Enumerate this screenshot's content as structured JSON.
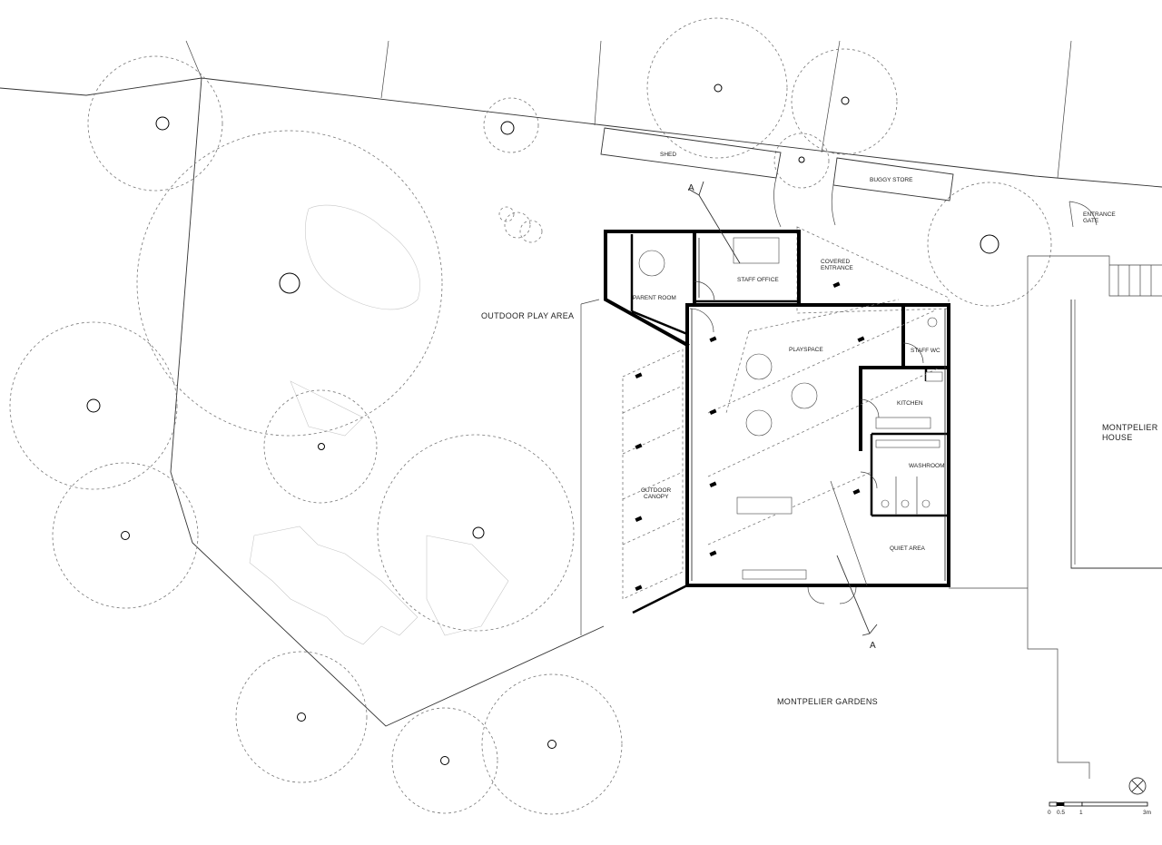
{
  "labels": {
    "shed": "SHED",
    "buggy_store": "BUGGY STORE",
    "entrance_gate_1": "ENTRANCE",
    "entrance_gate_2": "GATE",
    "parent_room": "PARENT ROOM",
    "staff_office": "STAFF OFFICE",
    "covered_entrance_1": "COVERED",
    "covered_entrance_2": "ENTRANCE",
    "outdoor_play_area": "OUTDOOR PLAY AREA",
    "playspace": "PLAYSPACE",
    "staff_wc": "STAFF WC",
    "kitchen": "KITCHEN",
    "washroom": "WASHROOM",
    "quiet_area": "QUIET AREA",
    "outdoor_canopy_1": "OUTDOOR",
    "outdoor_canopy_2": "CANOPY",
    "montpelier_house_1": "MONTPELIER",
    "montpelier_house_2": "HOUSE",
    "montpelier_gardens": "MONTPELIER GARDENS",
    "section_top": "A",
    "section_bottom": "A"
  },
  "scale_bar": {
    "ticks": [
      "0",
      "0.5",
      "1",
      "3m"
    ]
  }
}
